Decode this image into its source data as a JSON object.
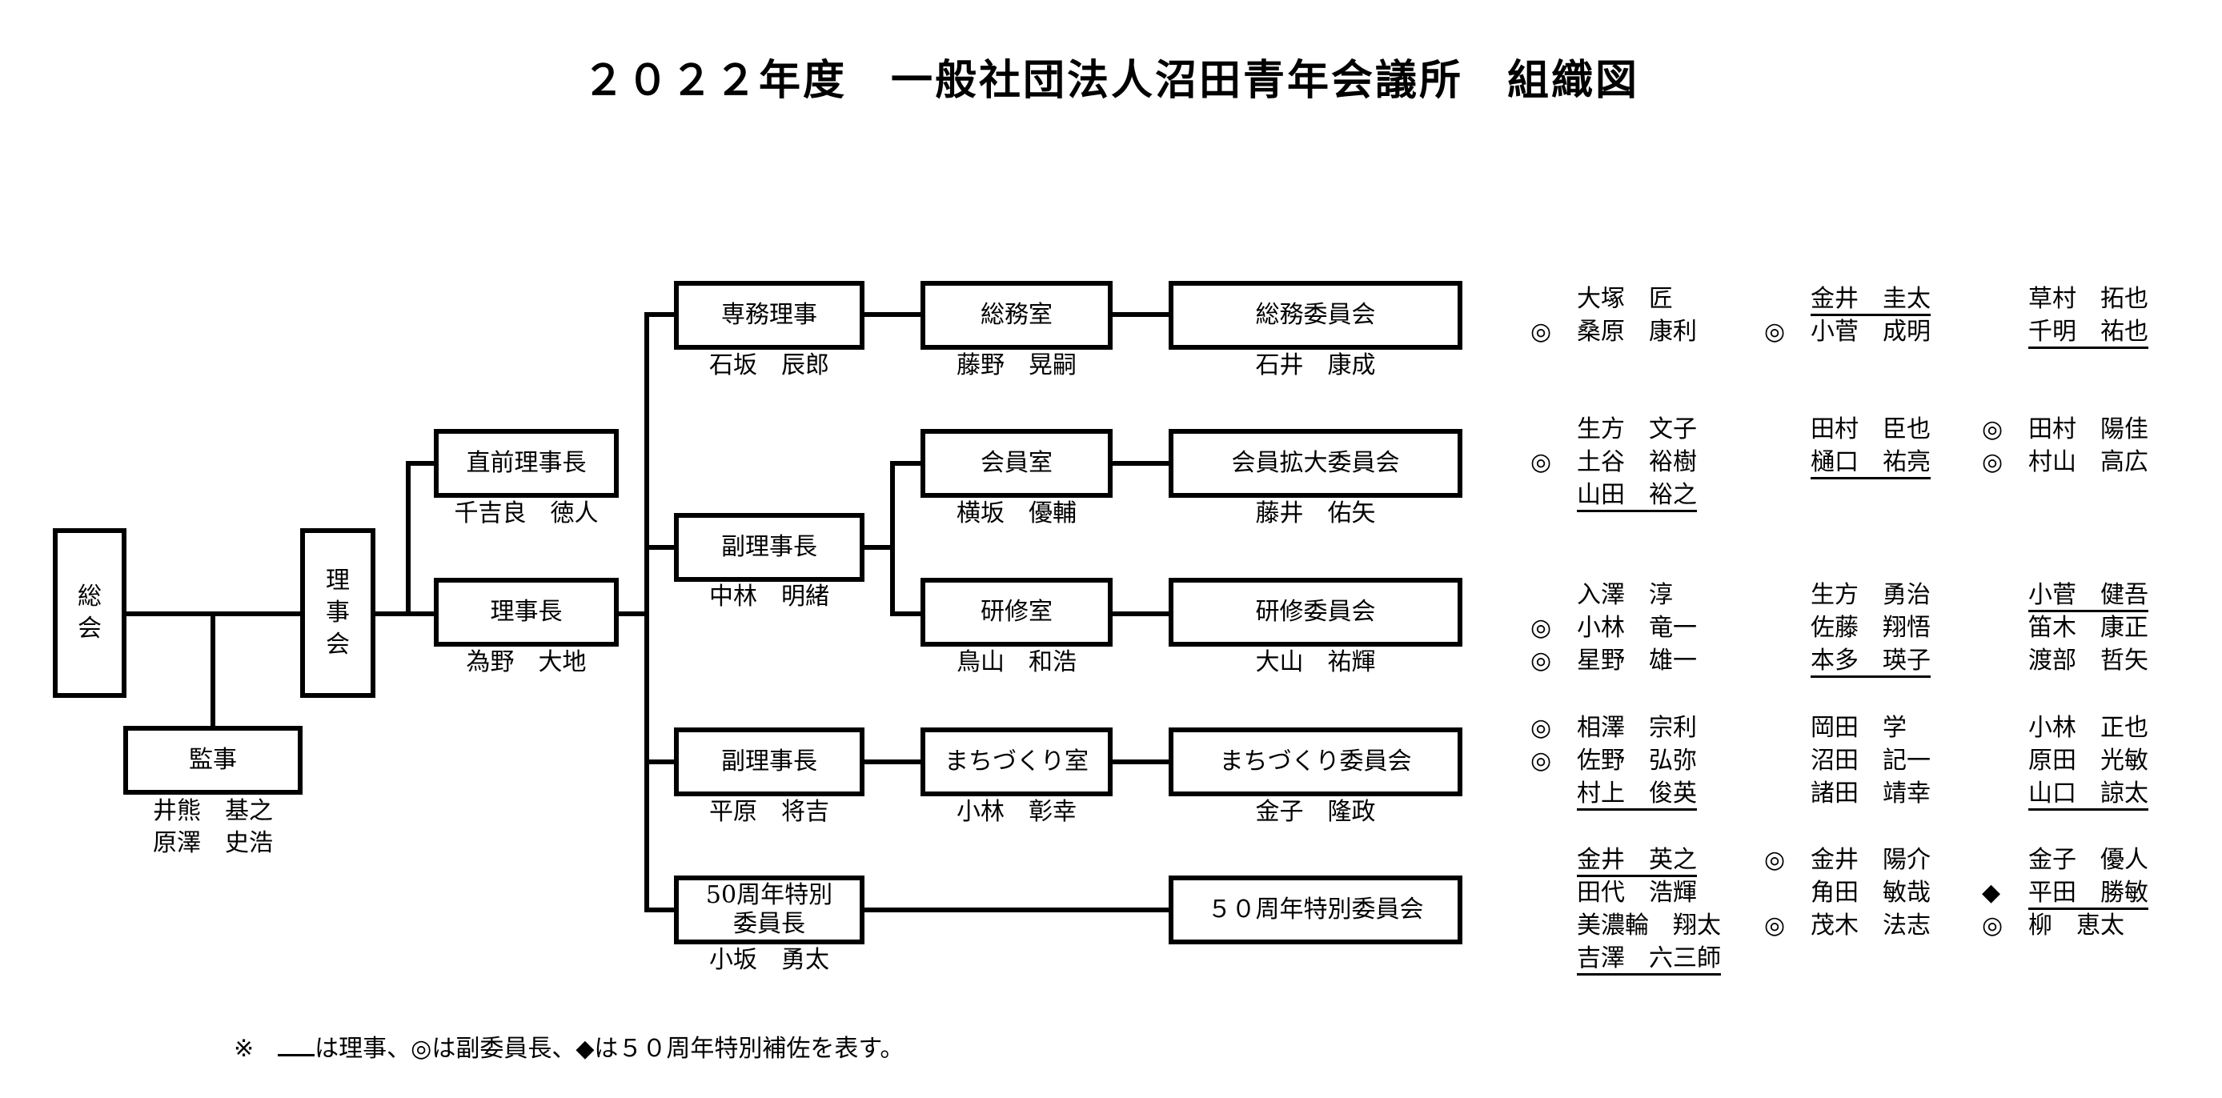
{
  "title": "２０２２年度　一般社団法人沼田青年会議所　組織図",
  "soukai": {
    "label": [
      "総",
      "会"
    ]
  },
  "rijikai": {
    "label": [
      "理",
      "事",
      "会"
    ]
  },
  "kanji": {
    "label": "監事",
    "names": [
      "井熊　基之",
      "原澤　史浩"
    ]
  },
  "chokuzen": {
    "label": "直前理事長",
    "name": "千吉良　徳人"
  },
  "rijicho": {
    "label": "理事長",
    "name": "為野　大地"
  },
  "senmu": {
    "label": "専務理事",
    "name": "石坂　辰郎"
  },
  "fuku1": {
    "label": "副理事長",
    "name": "中林　明緒"
  },
  "fuku2": {
    "label": "副理事長",
    "name": "平原　将吉"
  },
  "special": {
    "label": [
      "50周年特別",
      "委員長"
    ],
    "name": "小坂　勇太"
  },
  "rooms": [
    {
      "label": "総務室",
      "name": "藤野　晃嗣"
    },
    {
      "label": "会員室",
      "name": "横坂　優輔"
    },
    {
      "label": "研修室",
      "name": "鳥山　和浩"
    },
    {
      "label": "まちづくり室",
      "name": "小林　彰幸"
    }
  ],
  "committees": [
    {
      "label": "総務委員会",
      "name": "石井　康成"
    },
    {
      "label": "会員拡大委員会",
      "name": "藤井　佑矢"
    },
    {
      "label": "研修委員会",
      "name": "大山　祐輝"
    },
    {
      "label": "まちづくり委員会",
      "name": "金子　隆政"
    },
    {
      "label": "５０周年特別委員会",
      "name": ""
    }
  ],
  "member_groups": [
    {
      "columns": [
        [
          {
            "mark": "",
            "name": "大塚　匠",
            "u": false
          },
          {
            "mark": "◎",
            "name": "桑原　康利",
            "u": false
          }
        ],
        [
          {
            "mark": "",
            "name": "金井　圭太",
            "u": true
          },
          {
            "mark": "◎",
            "name": "小菅　成明",
            "u": false
          }
        ],
        [
          {
            "mark": "",
            "name": "草村　拓也",
            "u": false
          },
          {
            "mark": "",
            "name": "千明　祐也",
            "u": true
          }
        ]
      ]
    },
    {
      "columns": [
        [
          {
            "mark": "",
            "name": "生方　文子",
            "u": false
          },
          {
            "mark": "◎",
            "name": "土谷　裕樹",
            "u": false
          },
          {
            "mark": "",
            "name": "山田　裕之",
            "u": true
          }
        ],
        [
          {
            "mark": "",
            "name": "田村　臣也",
            "u": false
          },
          {
            "mark": "",
            "name": "樋口　祐亮",
            "u": true
          }
        ],
        [
          {
            "mark": "◎",
            "name": "田村　陽佳",
            "u": false
          },
          {
            "mark": "◎",
            "name": "村山　高広",
            "u": false
          }
        ]
      ]
    },
    {
      "columns": [
        [
          {
            "mark": "",
            "name": "入澤　淳",
            "u": false
          },
          {
            "mark": "◎",
            "name": "小林　竜一",
            "u": false
          },
          {
            "mark": "◎",
            "name": "星野　雄一",
            "u": false
          }
        ],
        [
          {
            "mark": "",
            "name": "生方　勇治",
            "u": false
          },
          {
            "mark": "",
            "name": "佐藤　翔悟",
            "u": false
          },
          {
            "mark": "",
            "name": "本多　瑛子",
            "u": true
          }
        ],
        [
          {
            "mark": "",
            "name": "小菅　健吾",
            "u": true
          },
          {
            "mark": "",
            "name": "笛木　康正",
            "u": false
          },
          {
            "mark": "",
            "name": "渡部　哲矢",
            "u": false
          }
        ]
      ]
    },
    {
      "columns": [
        [
          {
            "mark": "◎",
            "name": "相澤　宗利",
            "u": false
          },
          {
            "mark": "◎",
            "name": "佐野　弘弥",
            "u": false
          },
          {
            "mark": "",
            "name": "村上　俊英",
            "u": true
          }
        ],
        [
          {
            "mark": "",
            "name": "岡田　学",
            "u": false
          },
          {
            "mark": "",
            "name": "沼田　記一",
            "u": false
          },
          {
            "mark": "",
            "name": "諸田　靖幸",
            "u": false
          }
        ],
        [
          {
            "mark": "",
            "name": "小林　正也",
            "u": false
          },
          {
            "mark": "",
            "name": "原田　光敏",
            "u": false
          },
          {
            "mark": "",
            "name": "山口　諒太",
            "u": true
          }
        ]
      ]
    },
    {
      "columns": [
        [
          {
            "mark": "",
            "name": "金井　英之",
            "u": true
          },
          {
            "mark": "",
            "name": "田代　浩輝",
            "u": false
          },
          {
            "mark": "",
            "name": "美濃輪　翔太",
            "u": false
          },
          {
            "mark": "",
            "name": "吉澤　六三師",
            "u": true
          }
        ],
        [
          {
            "mark": "◎",
            "name": "金井　陽介",
            "u": false
          },
          {
            "mark": "",
            "name": "角田　敏哉",
            "u": false
          },
          {
            "mark": "◎",
            "name": "茂木　法志",
            "u": false
          }
        ],
        [
          {
            "mark": "",
            "name": "金子　優人",
            "u": false
          },
          {
            "mark": "◆",
            "name": "平田　勝敏",
            "u": true
          },
          {
            "mark": "◎",
            "name": "柳　恵太",
            "u": false
          }
        ]
      ]
    }
  ],
  "footnote": {
    "prefix": "※　",
    "text": "は理事、◎は副委員長、◆は５０周年特別補佐を表す。"
  }
}
